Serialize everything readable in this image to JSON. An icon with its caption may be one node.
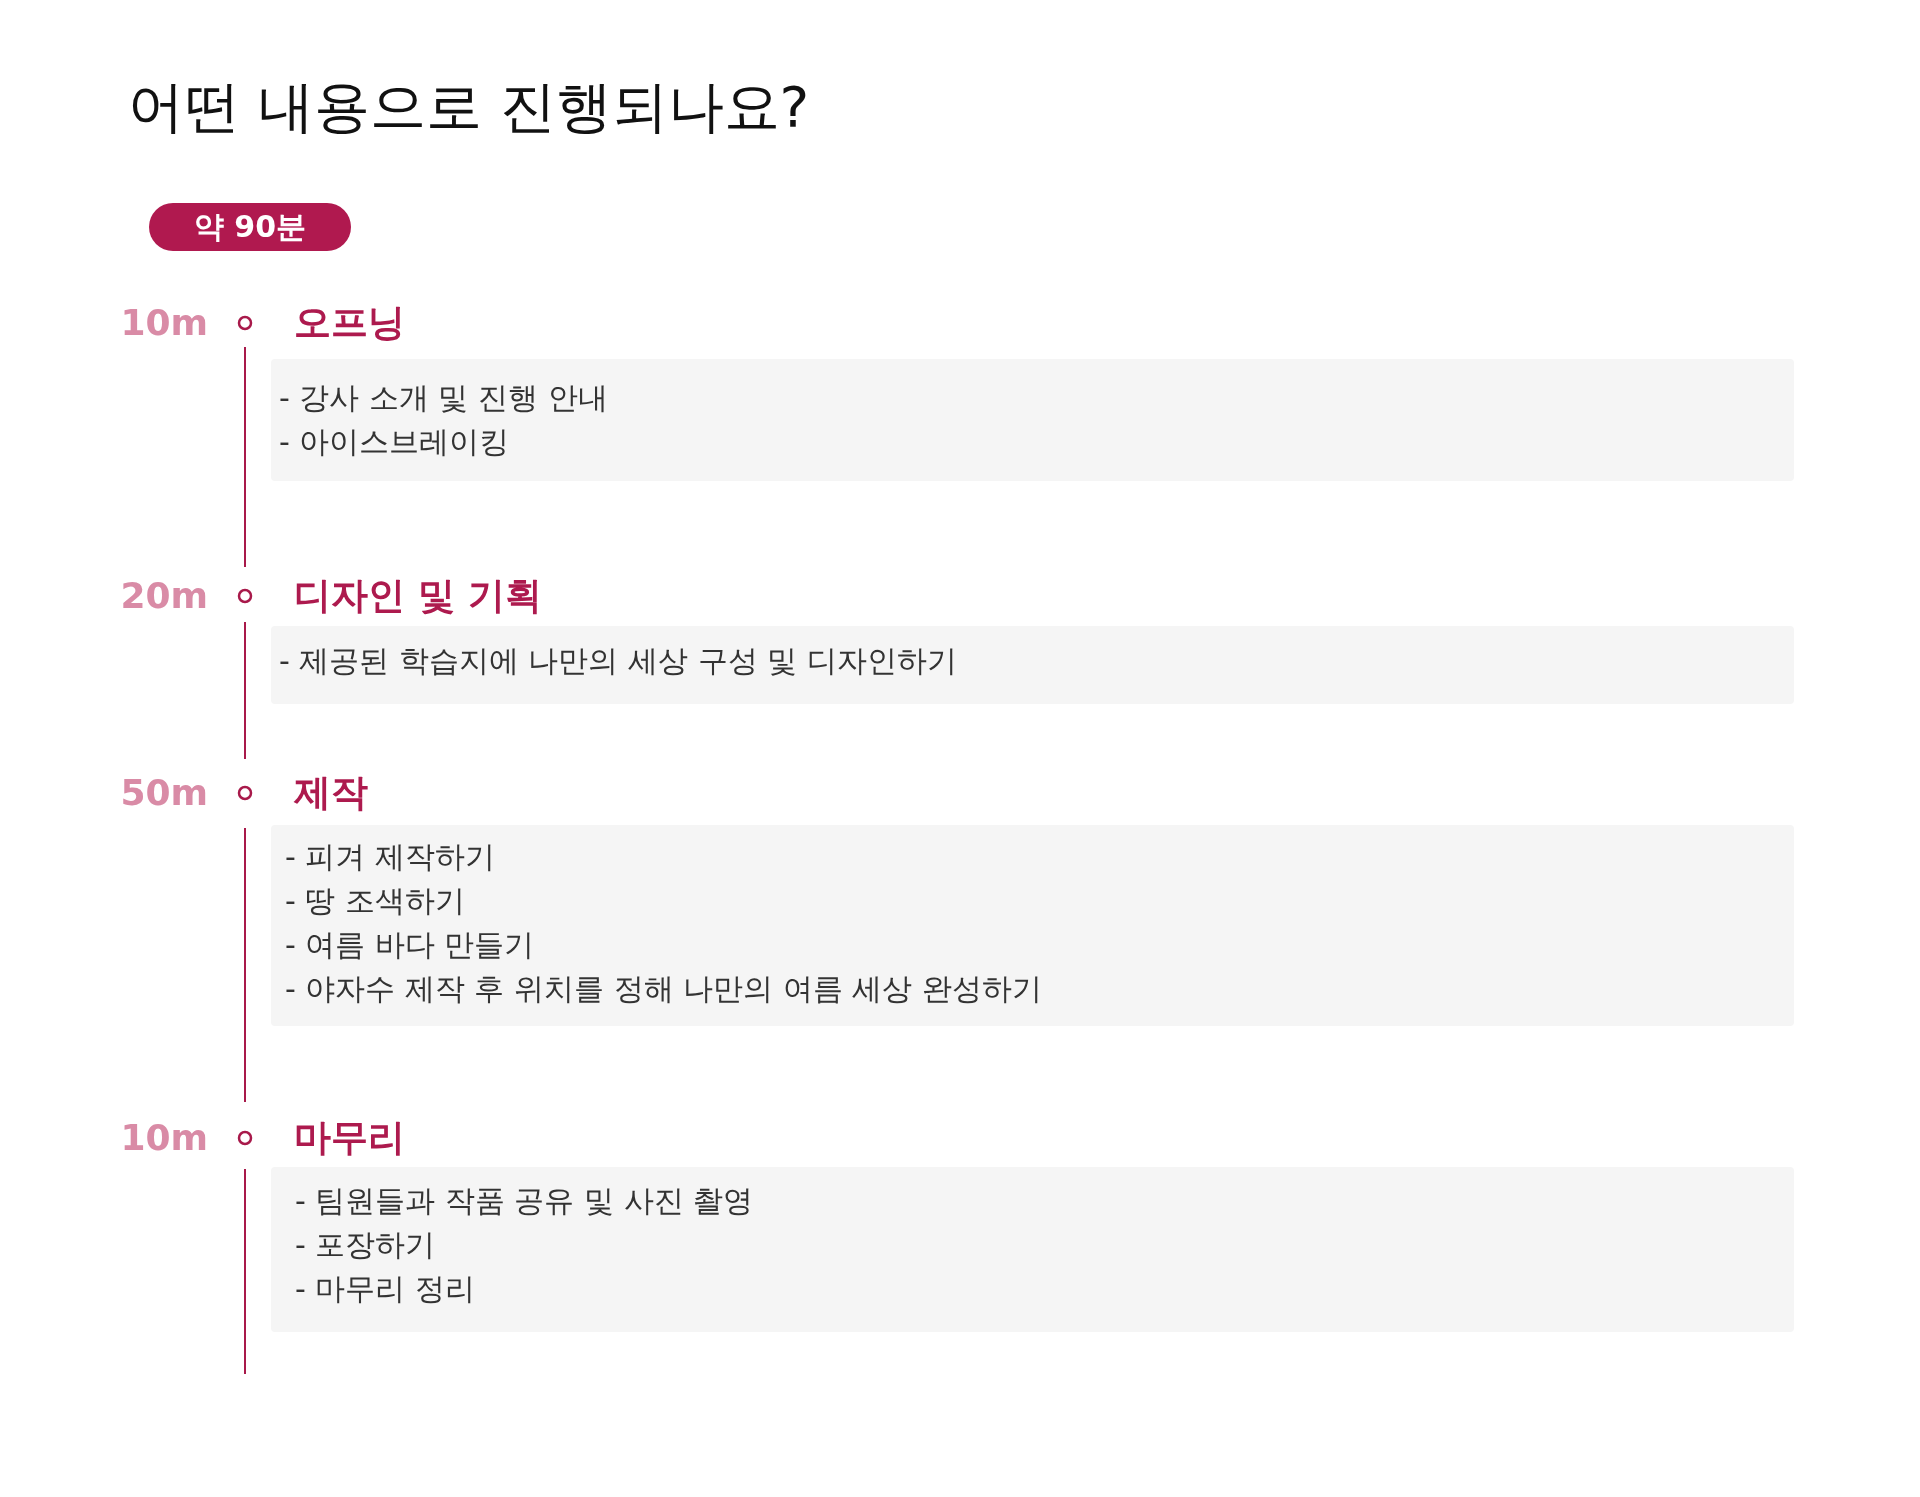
{
  "diagram": {
    "title": "어떤 내용으로 진행되나요?",
    "nodes": [
      {
        "text": [
          "약 90분"
        ]
      },
      {
        "text": [
          "오프닝",
          "- 강사 소개 및 진행 안내",
          "- 아이스브레이킹"
        ],
        "beside": [
          "10m"
        ]
      },
      {
        "text": [
          "디자인 및 기획",
          "- 제공된 학습지에 나만의 세상 구성 및 디자인하기"
        ],
        "beside": [
          "20m"
        ]
      },
      {
        "text": [
          "제작",
          "- 피겨 제작하기",
          "- 땅 조색하기",
          "- 여름 바다 만들기",
          "- 야자수 제작 후 위치를 정해 나만의 여름 세상 완성하기"
        ],
        "beside": [
          "50m"
        ]
      },
      {
        "text": [
          "마무리",
          "- 팀원들과 작품 공유 및 사진 촬영",
          "- 포장하기",
          "- 마무리 정리"
        ],
        "beside": [
          "10m"
        ]
      }
    ]
  }
}
